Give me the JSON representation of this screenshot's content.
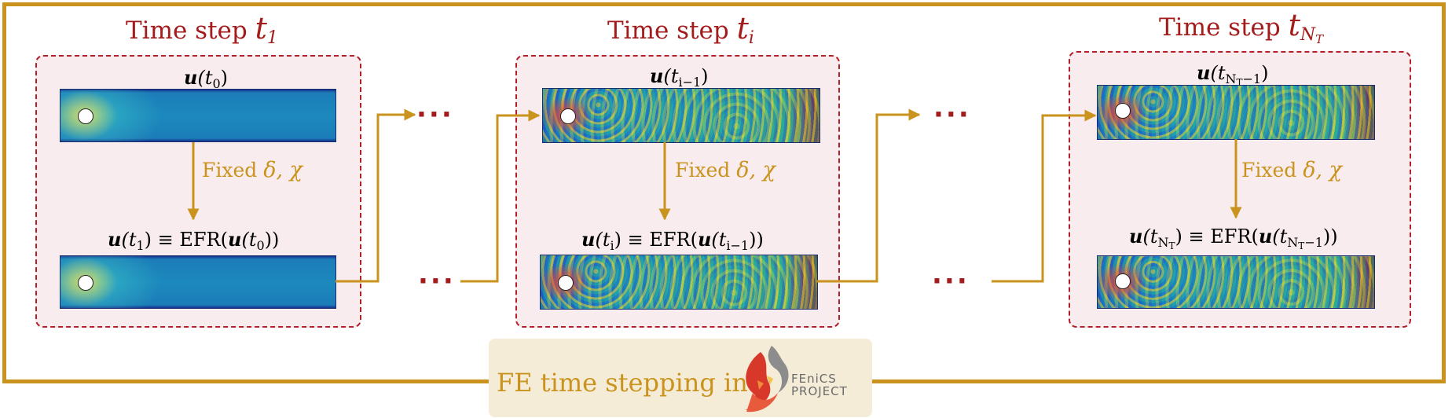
{
  "steps": [
    {
      "title_text": "Time step ",
      "title_var": "t",
      "title_sub": "1",
      "input_label_u": "u",
      "input_label_arg": "(t",
      "input_label_sub": "0",
      "input_label_close": ")",
      "output_label_u": "u",
      "output_label_arg1": "(t",
      "output_label_sub1": "1",
      "output_label_mid": ") ≡ EFR(",
      "output_label_u2": "u",
      "output_label_arg2": "(t",
      "output_label_sub2": "0",
      "output_label_close": "))"
    },
    {
      "title_text": "Time step ",
      "title_var": "t",
      "title_sub": "i",
      "input_label_u": "u",
      "input_label_arg": "(t",
      "input_label_sub": "i−1",
      "input_label_close": ")",
      "output_label_u": "u",
      "output_label_arg1": "(t",
      "output_label_sub1": "i",
      "output_label_mid": ") ≡ EFR(",
      "output_label_u2": "u",
      "output_label_arg2": "(t",
      "output_label_sub2": "i−1",
      "output_label_close": "))"
    },
    {
      "title_text": "Time step ",
      "title_var": "t",
      "title_sub": "N",
      "title_subsub": "T",
      "input_label_u": "u",
      "input_label_arg": "(t",
      "input_label_sub": "N",
      "input_label_subsub": "T",
      "input_label_subrest": "−1",
      "input_label_close": ")",
      "output_label_u": "u",
      "output_label_arg1": "(t",
      "output_label_sub1": "N",
      "output_label_subsub1": "T",
      "output_label_mid": ") ≡ EFR(",
      "output_label_u2": "u",
      "output_label_arg2": "(t",
      "output_label_sub2": "N",
      "output_label_subsub2": "T",
      "output_label_subrest2": "−1",
      "output_label_close": "))"
    }
  ],
  "fixed_label_text": "Fixed ",
  "fixed_label_params": "δ, χ",
  "ellipsis": "···",
  "footer": {
    "text": "FE time stepping in",
    "logo_line1": "FEniCS",
    "logo_line2": "PROJECT"
  },
  "colors": {
    "gold": "#c9931d",
    "dark_red": "#a31b1b",
    "panel_bg": "#f9ecee",
    "footer_bg": "#f5ecd8"
  }
}
